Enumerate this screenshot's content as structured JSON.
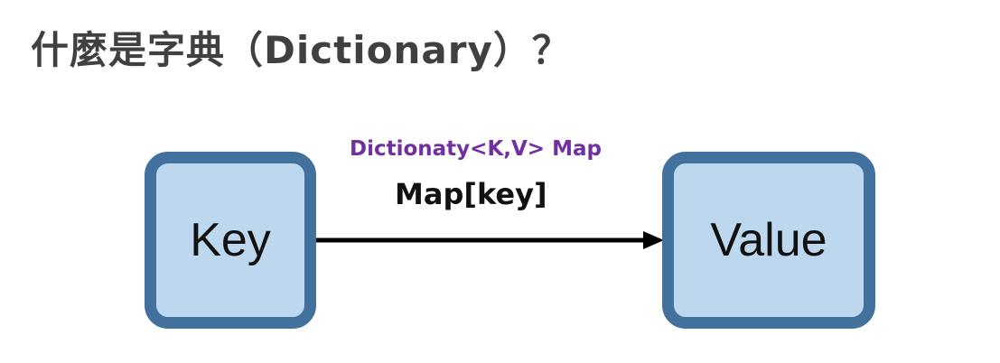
{
  "title": "什麼是字典（Dictionary）？",
  "diagram": {
    "key_label": "Key",
    "value_label": "Value",
    "map_type_label": "Dictionaty<K,V> Map",
    "map_access_label": "Map[key]",
    "colors": {
      "box_fill": "#bdd7ee",
      "box_border": "#41719c",
      "type_text": "#7030a0",
      "title_text": "#404040"
    }
  }
}
